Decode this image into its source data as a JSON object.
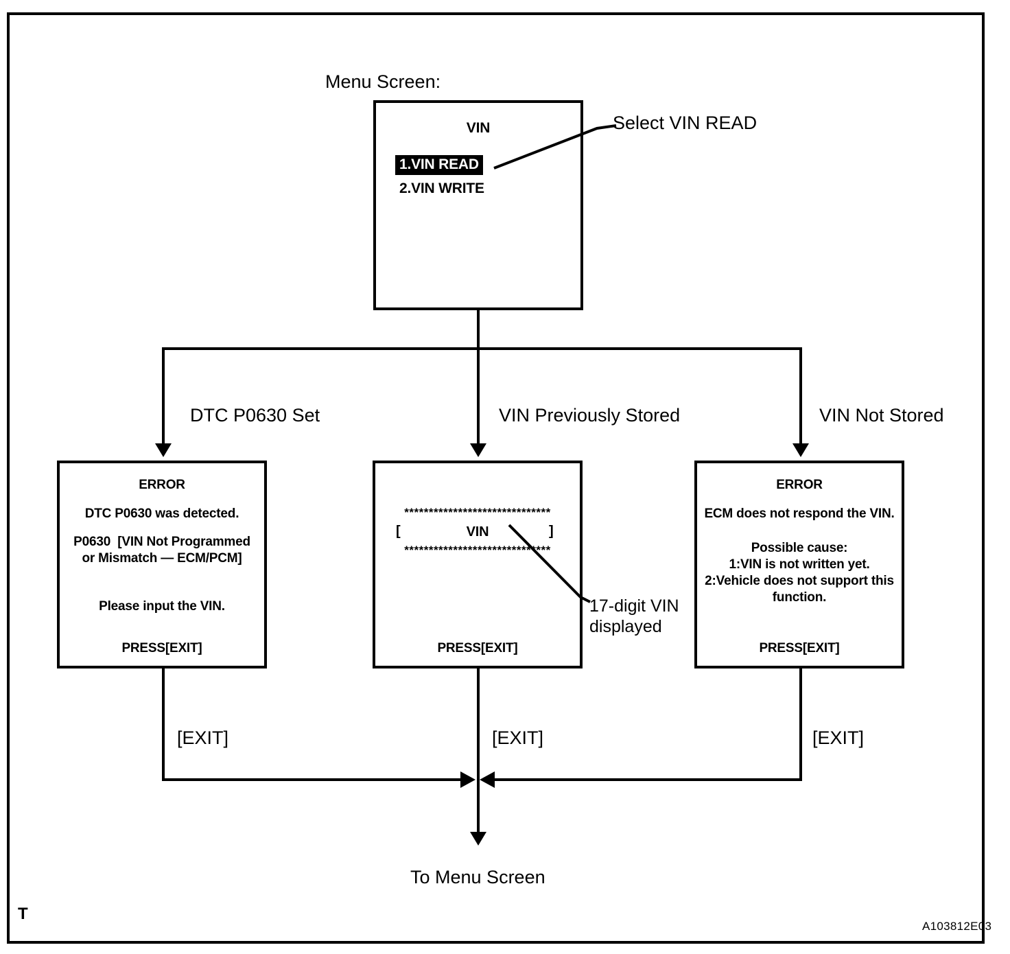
{
  "figure": {
    "corner_marker": "T",
    "reference_code": "A103812E03"
  },
  "menu": {
    "caption": "Menu Screen:",
    "title": "VIN",
    "items": [
      {
        "label": "1.VIN READ",
        "selected": true
      },
      {
        "label": "2.VIN WRITE",
        "selected": false
      }
    ],
    "callout": "Select VIN READ"
  },
  "branches": [
    {
      "label": "DTC P0630 Set"
    },
    {
      "label": "VIN Previously Stored"
    },
    {
      "label": "VIN Not Stored"
    }
  ],
  "screens": {
    "dtc_error": {
      "title": "ERROR",
      "line1": "DTC P0630 was detected.",
      "line2": "P0630  [VIN Not Programmed",
      "line3": "or Mismatch — ECM/PCM]",
      "line4": "Please input the VIN.",
      "footer": "PRESS[EXIT]"
    },
    "vin_stored": {
      "stars_top": "******************************",
      "vin_left_bracket": "[",
      "vin_label": "VIN",
      "vin_right_bracket": "]",
      "stars_bottom": "******************************",
      "footer": "PRESS[EXIT]",
      "callout_line1": "17-digit VIN",
      "callout_line2": "displayed"
    },
    "no_vin_error": {
      "title": "ERROR",
      "line1": "ECM does not respond the VIN.",
      "line2": "Possible cause:",
      "line3": "1:VIN is not written yet.",
      "line4": "2:Vehicle does not support this",
      "line5": "function.",
      "footer": "PRESS[EXIT]"
    }
  },
  "exits": [
    {
      "label": "[EXIT]"
    },
    {
      "label": "[EXIT]"
    },
    {
      "label": "[EXIT]"
    }
  ],
  "outcome": {
    "label": "To Menu Screen"
  },
  "colors": {
    "ink": "#000000",
    "paper": "#ffffff"
  }
}
